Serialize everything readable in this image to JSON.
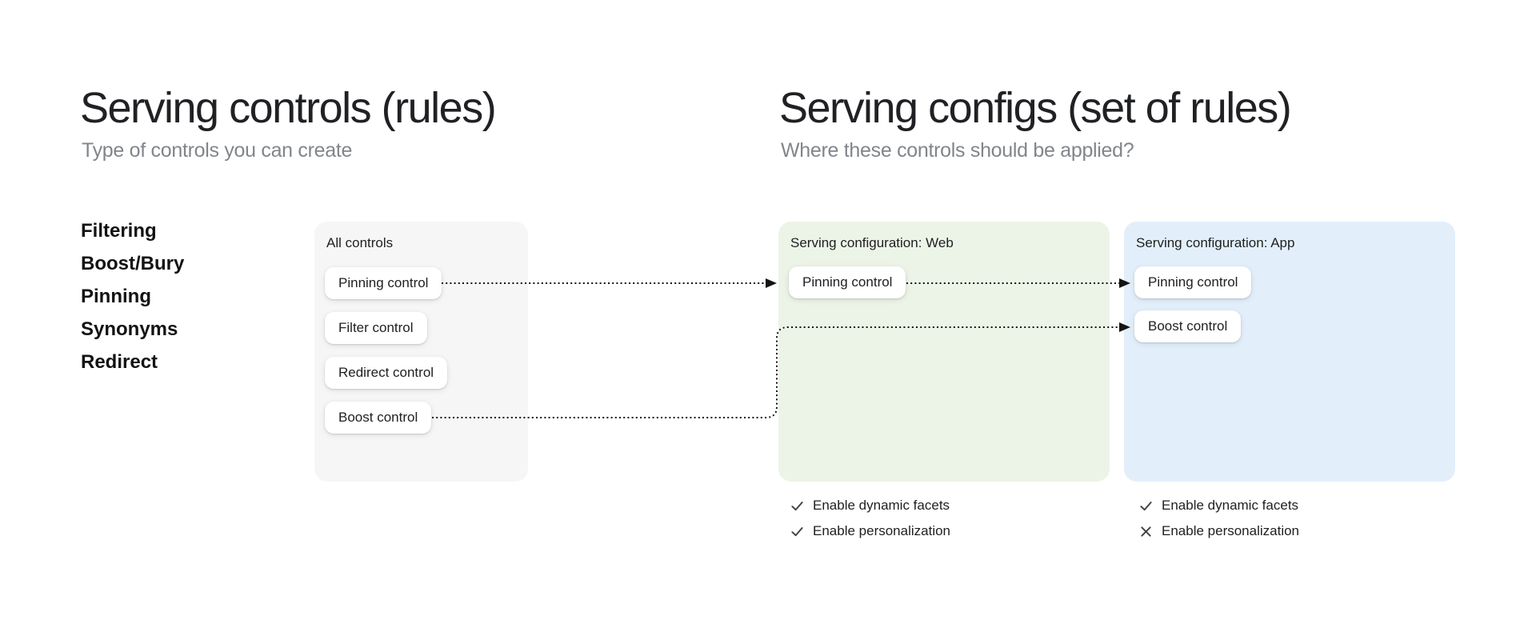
{
  "left_section": {
    "title": "Serving controls (rules)",
    "subtitle": "Type of controls you can create",
    "control_types": [
      "Filtering",
      "Boost/Bury",
      "Pinning",
      "Synonyms",
      "Redirect"
    ],
    "all_controls_card": {
      "label": "All controls",
      "background": "#f6f6f6",
      "controls": [
        "Pinning control",
        "Filter control",
        "Redirect control",
        "Boost control"
      ]
    }
  },
  "right_section": {
    "title": "Serving configs (set of rules)",
    "subtitle": "Where these controls should be applied?",
    "configs": [
      {
        "label": "Serving configuration: Web",
        "background": "#ecf4e8",
        "controls": [
          "Pinning control"
        ],
        "features": [
          {
            "label": "Enable dynamic facets",
            "icon": "check-icon",
            "enabled": true
          },
          {
            "label": "Enable personalization",
            "icon": "check-icon",
            "enabled": true
          }
        ]
      },
      {
        "label": "Serving configuration: App",
        "background": "#e2effb",
        "controls": [
          "Pinning control",
          "Boost control"
        ],
        "features": [
          {
            "label": "Enable dynamic facets",
            "icon": "check-icon",
            "enabled": true
          },
          {
            "label": "Enable personalization",
            "icon": "x-icon",
            "enabled": false
          }
        ]
      }
    ]
  },
  "arrows": [
    {
      "from": "all-controls-pinning",
      "to": "web-pinning",
      "style": "dotted"
    },
    {
      "from": "web-pinning",
      "to": "app-pinning",
      "style": "dotted"
    },
    {
      "from": "all-controls-boost",
      "to": "app-boost",
      "style": "dotted"
    }
  ],
  "colors": {
    "title": "#202124",
    "subtitle": "#80868b",
    "arrow": "#141414",
    "card_gray": "#f6f6f6",
    "card_green": "#ecf4e8",
    "card_blue": "#e2effb",
    "icon_gray": "#3c4043"
  }
}
